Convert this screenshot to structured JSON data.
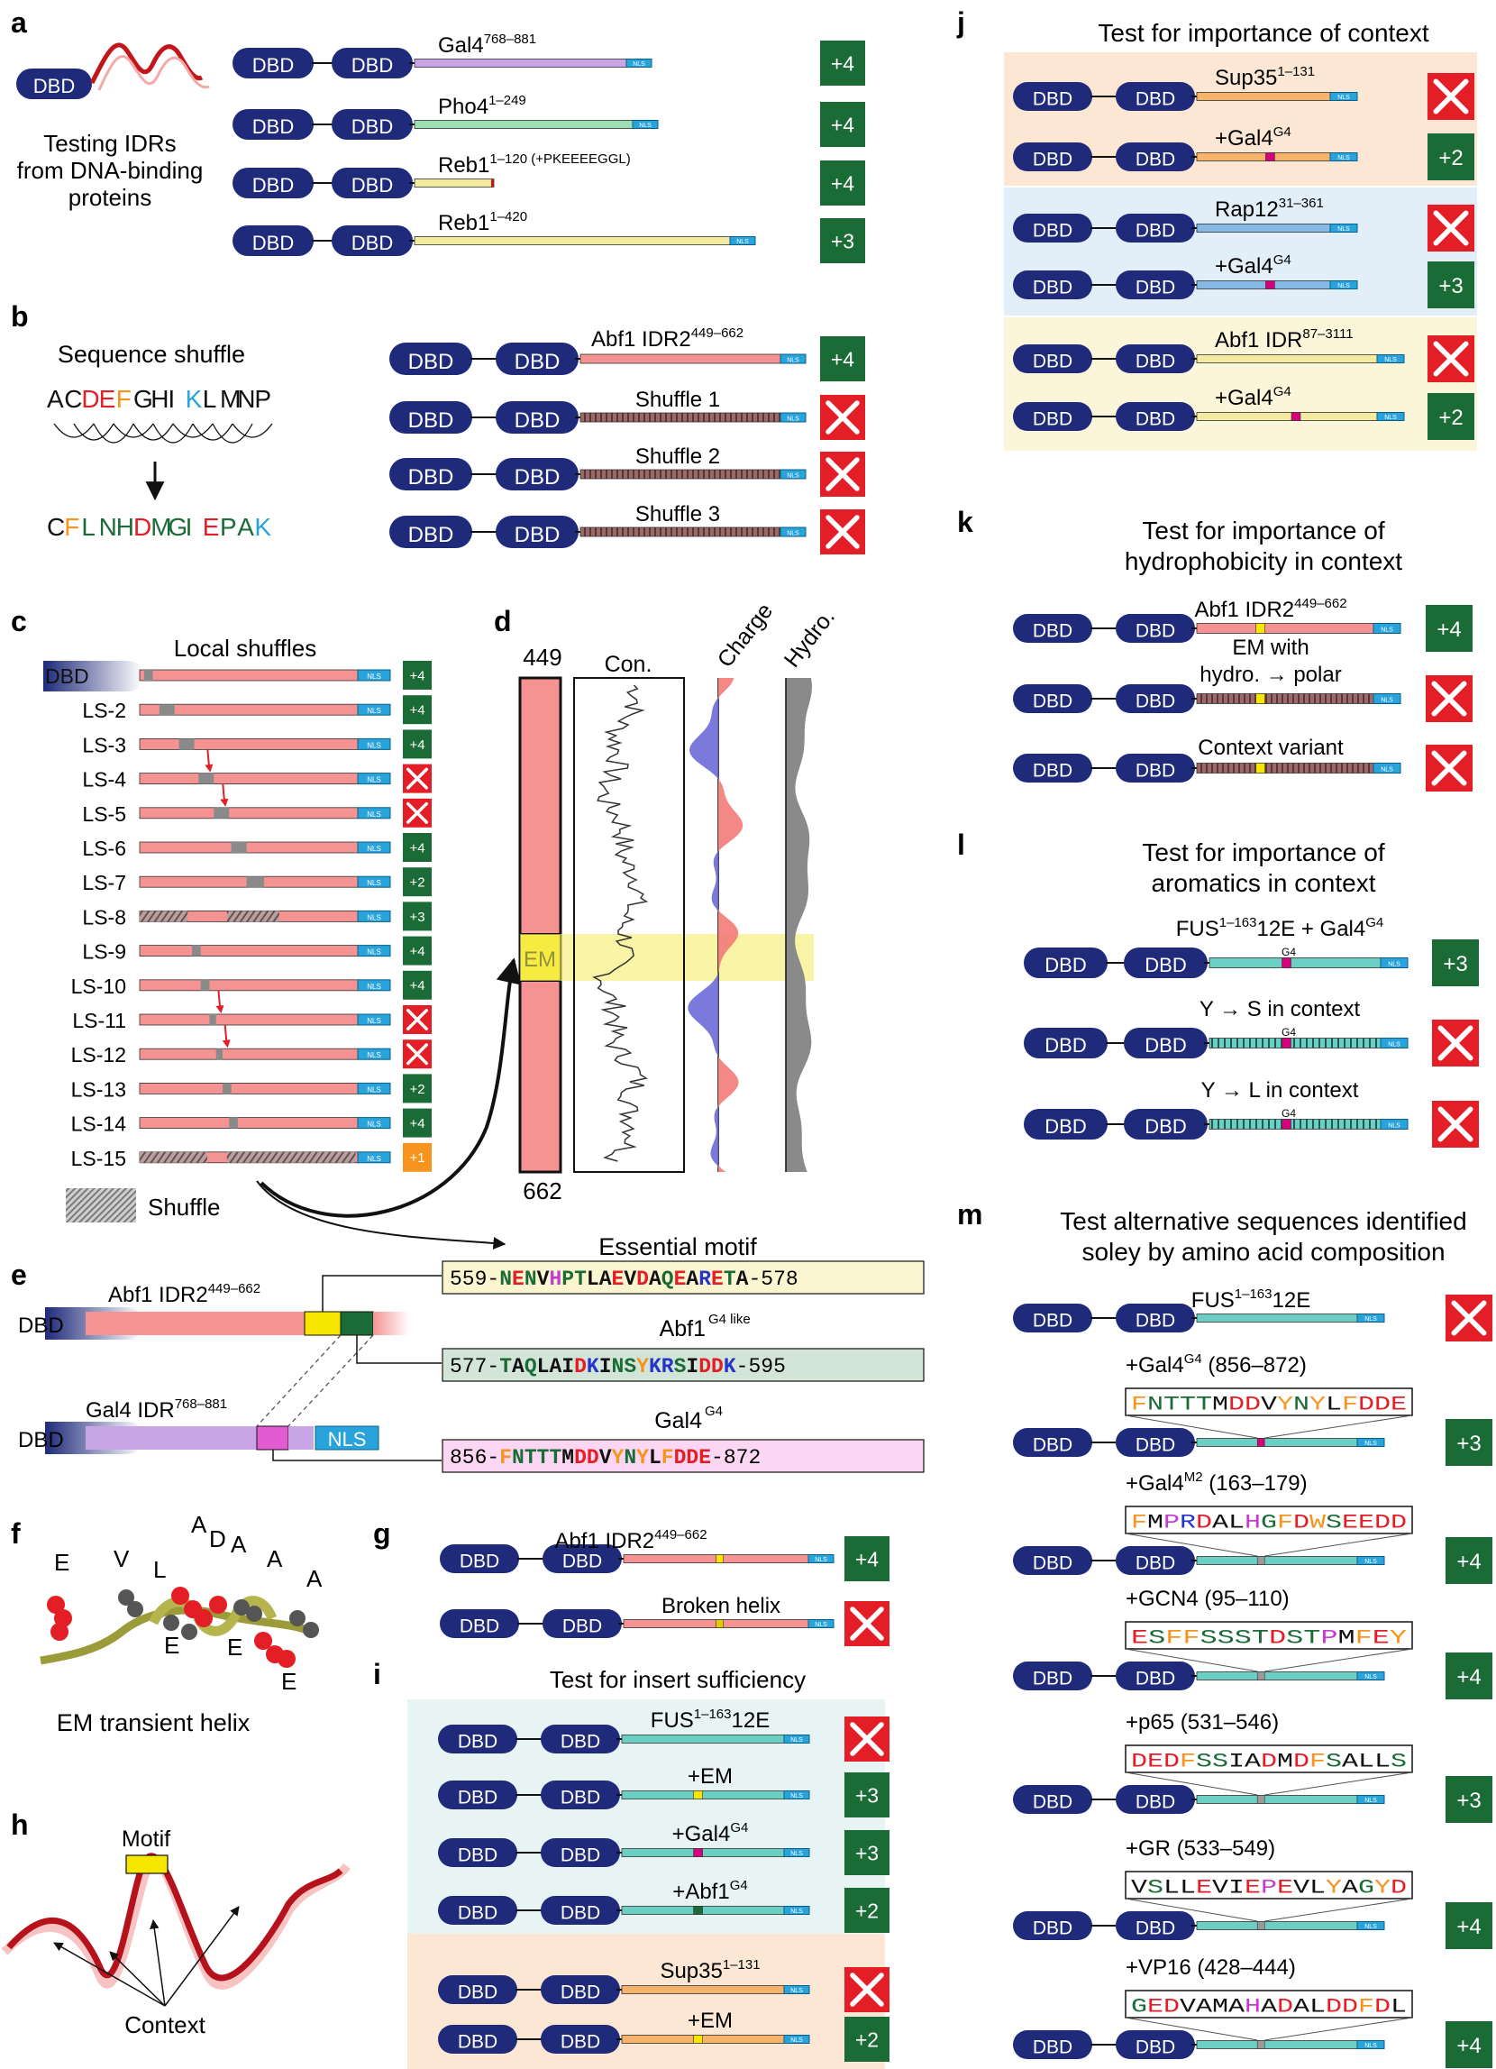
{
  "colors": {
    "dbd": "#1f2a7a",
    "plus": "#1a6b35",
    "x_red": "#e31e26",
    "orange": "#f7941d",
    "nls": "#29a3dc",
    "idr_pink": "#f59393",
    "gal4_purple": "#c9a5e6",
    "pho4_green": "#9de0b4",
    "reb1_yellow": "#f2eba0",
    "sup35_orange": "#f8b36b",
    "rap12_blue": "#86b9e6",
    "fus_teal": "#6bcfc4",
    "em_yellow": "#f6e600",
    "g4_magenta": "#d6007d"
  },
  "icons": {
    "fail": "x-cross-icon",
    "nls": "nls-tag"
  },
  "common": {
    "dbd": "DBD",
    "nls": "NLS"
  },
  "panel_a": {
    "letter": "a",
    "caption": [
      "Testing IDRs",
      "from DNA-binding",
      "proteins"
    ],
    "rows": [
      {
        "label": "Gal4",
        "sup": "768–881",
        "result": "+4"
      },
      {
        "label": "Pho4",
        "sup": "1–249",
        "result": "+4"
      },
      {
        "label": "Reb1",
        "sup": "1–120 (+PKEEEEGGL)",
        "result": "+4"
      },
      {
        "label": "Reb1",
        "sup": "1–420",
        "result": "+3"
      }
    ]
  },
  "panel_b": {
    "letter": "b",
    "title": "Sequence shuffle",
    "seq_top": "ACDEFGHIKLMNP",
    "seq_bottom": "CFLNHDMGIEPAK",
    "rows": [
      {
        "label": "Abf1 IDR2",
        "sup": "449–662",
        "result": "+4"
      },
      {
        "label": "Shuffle 1",
        "sup": "",
        "result": "X"
      },
      {
        "label": "Shuffle 2",
        "sup": "",
        "result": "X"
      },
      {
        "label": "Shuffle 3",
        "sup": "",
        "result": "X"
      }
    ]
  },
  "panel_c": {
    "letter": "c",
    "title": "Local shuffles",
    "legend": "Shuffle",
    "rows": [
      {
        "label": "DBD",
        "result": "+4"
      },
      {
        "label": "LS-2",
        "result": "+4"
      },
      {
        "label": "LS-3",
        "result": "+4"
      },
      {
        "label": "LS-4",
        "result": "X"
      },
      {
        "label": "LS-5",
        "result": "X"
      },
      {
        "label": "LS-6",
        "result": "+4"
      },
      {
        "label": "LS-7",
        "result": "+2"
      },
      {
        "label": "LS-8",
        "result": "+3"
      },
      {
        "label": "LS-9",
        "result": "+4"
      },
      {
        "label": "LS-10",
        "result": "+4"
      },
      {
        "label": "LS-11",
        "result": "X"
      },
      {
        "label": "LS-12",
        "result": "X"
      },
      {
        "label": "LS-13",
        "result": "+2"
      },
      {
        "label": "LS-14",
        "result": "+4"
      },
      {
        "label": "LS-15",
        "result": "+1"
      }
    ]
  },
  "panel_d": {
    "letter": "d",
    "start": "449",
    "end": "662",
    "em": "EM",
    "col_con": "Con.",
    "col_charge": "Charge",
    "col_hydro": "Hydro."
  },
  "panel_e": {
    "letter": "e",
    "abf1_label": "Abf1 IDR2",
    "abf1_sup": "449–662",
    "gal4_label": "Gal4 IDR",
    "gal4_sup": "768–881",
    "essential_title": "Essential motif",
    "essential_seq": "559-NENVHPTLAEVDAQEARETA-578",
    "abf1g4_title": "Abf1",
    "abf1g4_sup": "G4 like",
    "abf1g4_seq": "577-TAQLAIDKINSYKRSIDDK-595",
    "gal4g4_title": "Gal4",
    "gal4g4_sup": "G4",
    "gal4g4_seq": "856-FNTTTMDDVYNYLFDDE-872"
  },
  "panel_f": {
    "letter": "f",
    "caption": "EM transient helix",
    "residues": [
      "E",
      "V",
      "L",
      "A",
      "D",
      "A",
      "A",
      "A",
      "E",
      "E",
      "E"
    ]
  },
  "panel_g": {
    "letter": "g",
    "rows": [
      {
        "label": "Abf1 IDR2",
        "sup": "449–662",
        "result": "+4"
      },
      {
        "label": "Broken helix",
        "sup": "",
        "result": "X"
      }
    ]
  },
  "panel_h": {
    "letter": "h",
    "motif": "Motif",
    "context": "Context"
  },
  "panel_i": {
    "letter": "i",
    "title": "Test for insert sufficiency",
    "rows": [
      {
        "label": "FUS",
        "sup": "1–163",
        "suffix": "12E",
        "result": "X"
      },
      {
        "label": "+EM",
        "sup": "",
        "suffix": "",
        "result": "+3"
      },
      {
        "label": "+Gal4",
        "sup": "G4",
        "suffix": "",
        "result": "+3"
      },
      {
        "label": "+Abf1",
        "sup": "G4",
        "suffix": "",
        "result": "+2"
      },
      {
        "label": "Sup35",
        "sup": "1–131",
        "suffix": "",
        "result": "X"
      },
      {
        "label": "+EM",
        "sup": "",
        "suffix": "",
        "result": "+2"
      }
    ]
  },
  "panel_j": {
    "letter": "j",
    "title": "Test for importance of context",
    "rows": [
      {
        "label": "Sup35",
        "sup": "1–131",
        "result": "X"
      },
      {
        "label": "+Gal4",
        "sup": "G4",
        "result": "+2"
      },
      {
        "label": "Rap12",
        "sup": "31–361",
        "result": "X"
      },
      {
        "label": "+Gal4",
        "sup": "G4",
        "result": "+3"
      },
      {
        "label": "Abf1 IDR",
        "sup": "87–3111",
        "result": "X"
      },
      {
        "label": "+Gal4",
        "sup": "G4",
        "result": "+2"
      }
    ]
  },
  "panel_k": {
    "letter": "k",
    "title": [
      "Test for importance of",
      "hydrophobicity in context"
    ],
    "rows": [
      {
        "label": "Abf1 IDR2",
        "sup": "449–662",
        "result": "+4"
      },
      {
        "label": "EM with",
        "label2": "hydro. → polar",
        "sup": "",
        "result": "X"
      },
      {
        "label": "Context variant",
        "sup": "",
        "result": "X"
      }
    ]
  },
  "panel_l": {
    "letter": "l",
    "title": [
      "Test for importance of",
      "aromatics in context"
    ],
    "g4_tag": "G4",
    "rows": [
      {
        "label": "FUS",
        "sup": "1–163",
        "suffix": "12E + Gal4",
        "sup2": "G4",
        "result": "+3"
      },
      {
        "label": "Y → S in context",
        "sup": "",
        "suffix": "",
        "sup2": "",
        "result": "X"
      },
      {
        "label": "Y → L in context",
        "sup": "",
        "suffix": "",
        "sup2": "",
        "result": "X"
      }
    ]
  },
  "panel_m": {
    "letter": "m",
    "title": [
      "Test alternative sequences identified",
      "soley by amino acid composition"
    ],
    "rows": [
      {
        "label": "FUS",
        "sup": "1–163",
        "suffix": "12E",
        "range": "",
        "seq": "",
        "result": "X"
      },
      {
        "label": "+Gal4",
        "sup": "G4",
        "suffix": "",
        "range": "(856–872)",
        "seq": "FNTTTMDDVYNYLFDDE",
        "result": "+3"
      },
      {
        "label": "+Gal4",
        "sup": "M2",
        "suffix": "",
        "range": "(163–179)",
        "seq": "FMPRDALHGFDWSEEDD",
        "result": "+4"
      },
      {
        "label": "+GCN4",
        "sup": "",
        "suffix": "",
        "range": "(95–110)",
        "seq": "ESFFSSSTDSTPMFEY",
        "result": "+4"
      },
      {
        "label": "+p65",
        "sup": "",
        "suffix": "",
        "range": "(531–546)",
        "seq": "DEDFSSIADMDFSALLS",
        "result": "+3"
      },
      {
        "label": "+GR",
        "sup": "",
        "suffix": "",
        "range": "(533–549)",
        "seq": "VSLLEVIEPEVLYAGYD",
        "result": "+4"
      },
      {
        "label": "+VP16",
        "sup": "",
        "suffix": "",
        "range": "(428–444)",
        "seq": "GEDVAMAHADALDDFDL",
        "result": "+4"
      }
    ]
  }
}
